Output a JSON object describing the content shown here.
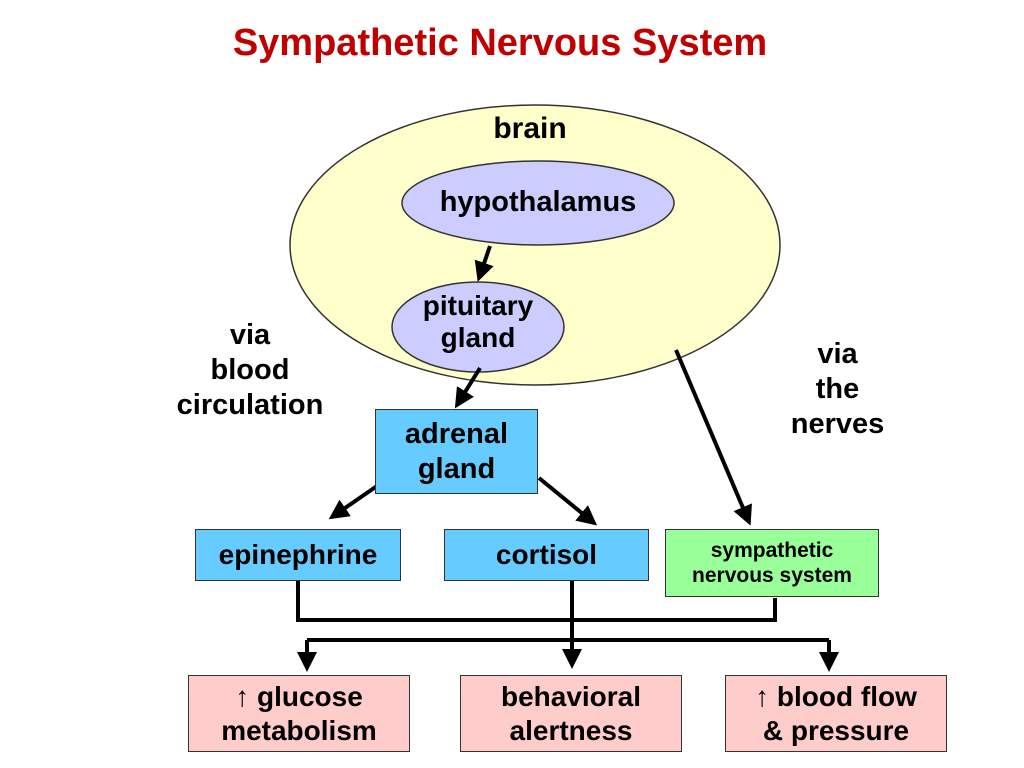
{
  "title": "Sympathetic Nervous System",
  "brain": "brain",
  "hypothalamus": "hypothalamus",
  "pituitary": {
    "line1": "pituitary",
    "line2": "gland"
  },
  "via_blood": {
    "line1": "via",
    "line2": "blood",
    "line3": "circulation"
  },
  "via_nerves": {
    "line1": "via",
    "line2": "the",
    "line3": "nerves"
  },
  "adrenal": {
    "line1": "adrenal",
    "line2": "gland"
  },
  "epinephrine": "epinephrine",
  "cortisol": "cortisol",
  "sns": {
    "line1": "sympathetic",
    "line2": "nervous system"
  },
  "outcomes": [
    {
      "line1": "↑ glucose",
      "line2": "metabolism"
    },
    {
      "line1": "behavioral",
      "line2": "alertness"
    },
    {
      "line1": "↑ blood flow",
      "line2": "& pressure"
    }
  ],
  "colors": {
    "title": "#c00000",
    "brain_fill": "#ffffcc",
    "ellipse_fill": "#ccccff",
    "box_blue": "#66ccff",
    "box_green": "#99ff99",
    "box_pink": "#ffcccc"
  }
}
